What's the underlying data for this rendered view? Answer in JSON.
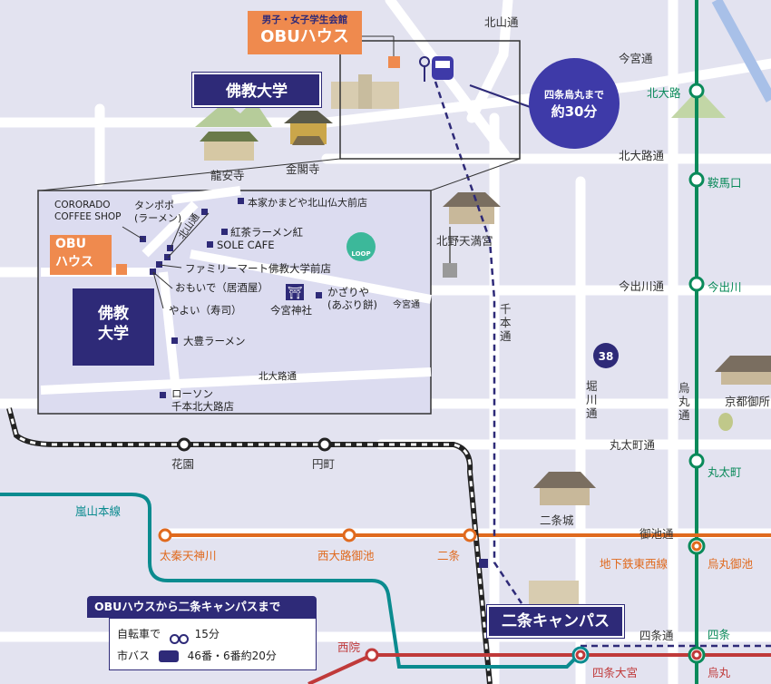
{
  "colors": {
    "background": "#e3e3f0",
    "inset_background": "#dcdcf0",
    "navy": "#2e2a78",
    "orange": "#ef8a4e",
    "green_line": "#0a8a5a",
    "teal_line": "#0b8b8f",
    "tozai_line": "#e06a1e",
    "red_line": "#c03a3a",
    "bus_blue": "#3e3aa8"
  },
  "roads": {
    "kitayama": "北山通",
    "imamiya": "今宮通",
    "kitaoji": "北大路通",
    "imadegawa": "今出川通",
    "senbon": "千本通",
    "horikawa": "堀川通",
    "karasuma": "烏丸通",
    "marutamachi": "丸太町通",
    "oike": "御池通",
    "shijo": "四条通",
    "route_number": "38"
  },
  "landmarks": {
    "kinkakuji": "金閣寺",
    "ryoanji": "龍安寺",
    "kitano": "北野天満宮",
    "nijojo": "二条城",
    "gosho": "京都御所"
  },
  "top": {
    "obu_sub": "男子・女子学生会館",
    "obu_main": "OBUハウス",
    "bukkyo": "佛教大学",
    "bubble_line1": "四条烏丸まで",
    "bubble_line2": "約30分"
  },
  "stations": {
    "kitaoji": "北大路",
    "kuramaguchi": "鞍馬口",
    "imadegawa": "今出川",
    "marutamachi": "丸太町",
    "karasuma_oike": "烏丸御池",
    "shijo": "四条",
    "hanazono": "花園",
    "emmachi": "円町",
    "uzumasa": "太秦天神川",
    "nishioji_oike": "西大路御池",
    "nijo": "二条",
    "saiin": "西院",
    "shijo_omiya": "四条大宮",
    "karasuma": "烏丸"
  },
  "lines": {
    "sagano": "嵐山本線",
    "tozai": "地下鉄東西線"
  },
  "inset": {
    "cororado": "CORORADO\nCOFFEE SHOP",
    "tanpopo": "タンポポ\n(ラーメン)",
    "kamadoya": "本家かまどや北山仏大前店",
    "kocha": "紅茶ラーメン紅",
    "sole": "SOLE CAFE",
    "kitayama_road": "北山通",
    "familymart": "ファミリーマート佛教大学前店",
    "omoide": "おもいで（居酒屋）",
    "yayoi": "やよい（寿司）",
    "imamiya_shrine": "今宮神社",
    "kazariya": "かざりや\n(あぶり餅)",
    "imamiya_road": "今宮通",
    "daiho": "大豊ラーメン",
    "kitaoji_road": "北大路通",
    "lawson": "ローソン\n千本北大路店",
    "obu_label": "OBU\nハウス",
    "bukkyo_label": "佛教\n大学",
    "loop": "LOOP"
  },
  "campus": {
    "label": "二条キャンパス"
  },
  "access": {
    "title": "OBUハウスから二条キャンパスまで",
    "bike_label": "自転車で",
    "bike_time": "15分",
    "bus_label": "市バス",
    "bus_time": "46番・6番約20分"
  }
}
